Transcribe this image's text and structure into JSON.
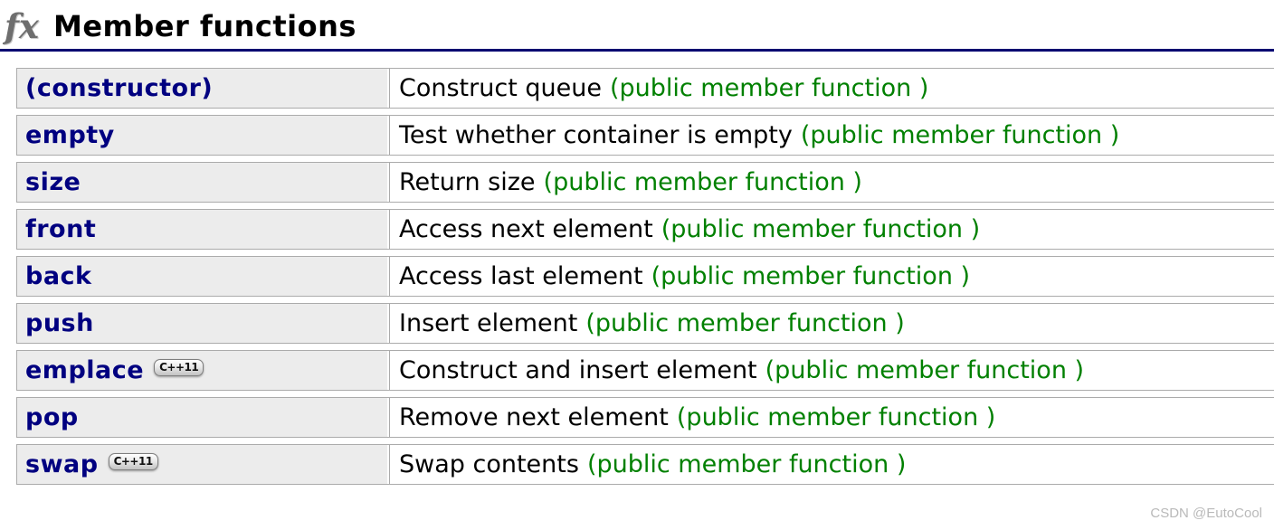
{
  "header": {
    "icon_text": "fx",
    "title": "Member functions"
  },
  "table": {
    "rows": [
      {
        "name": "(constructor)",
        "badge": null,
        "description": "Construct queue",
        "note": "(public member function )"
      },
      {
        "name": "empty",
        "badge": null,
        "description": "Test whether container is empty",
        "note": "(public member function )"
      },
      {
        "name": "size",
        "badge": null,
        "description": "Return size",
        "note": "(public member function )"
      },
      {
        "name": "front",
        "badge": null,
        "description": "Access next element",
        "note": "(public member function )"
      },
      {
        "name": "back",
        "badge": null,
        "description": "Access last element",
        "note": "(public member function )"
      },
      {
        "name": "push",
        "badge": null,
        "description": "Insert element",
        "note": "(public member function )"
      },
      {
        "name": "emplace",
        "badge": "C++11",
        "description": "Construct and insert element",
        "note": "(public member function )"
      },
      {
        "name": "pop",
        "badge": null,
        "description": "Remove next element",
        "note": "(public member function )"
      },
      {
        "name": "swap",
        "badge": "C++11",
        "description": "Swap contents",
        "note": "(public member function )"
      }
    ]
  },
  "watermark": {
    "text": "CSDN @EutoCool"
  },
  "colors": {
    "link_navy": "#000080",
    "note_green": "#008000",
    "rule_navy": "#000070",
    "row_bg": "#ececec",
    "row_border": "#ababab",
    "watermark_gray": "#b9b9b9"
  }
}
